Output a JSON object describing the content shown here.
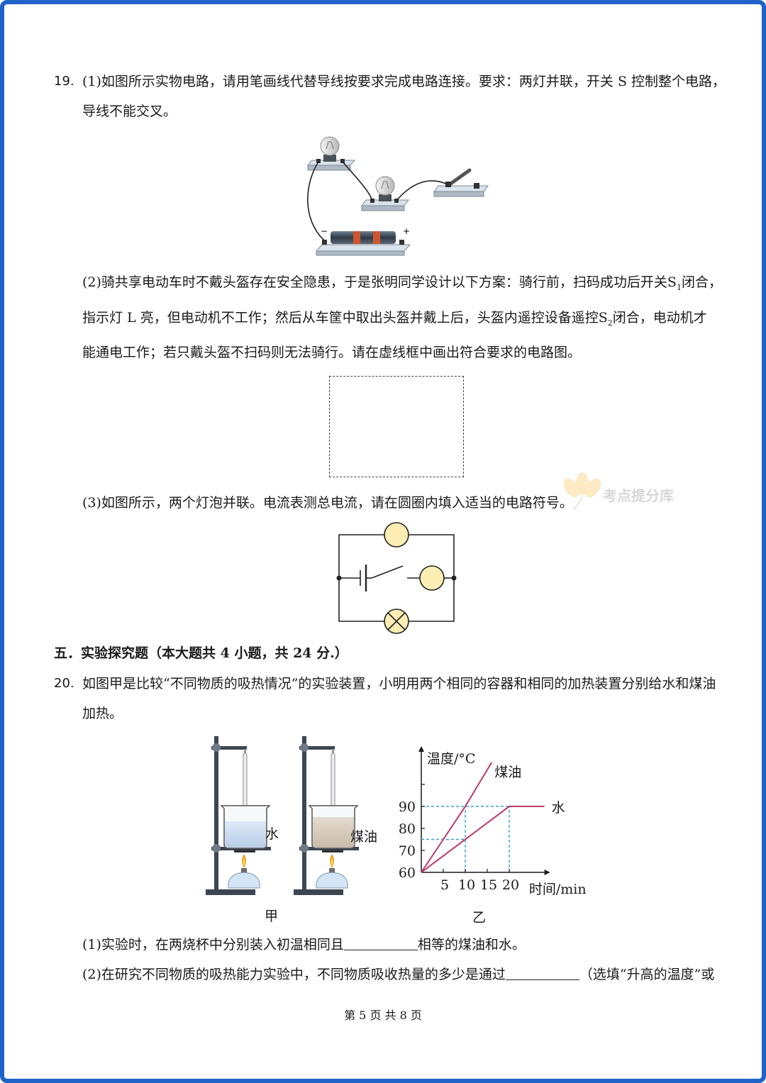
{
  "q19": {
    "number": "19.",
    "p1_line1": "(1)如图所示实物电路，请用笔画线代替导线按要求完成电路连接。要求：两灯并联，开关 S 控制整个电路，",
    "p1_line2": "导线不能交叉。",
    "p2_line1_a": "(2)骑共享电动车时不戴头盔存在安全隐患，于是张明同学设计以下方案：骑行前，扫码成功后开关S",
    "p2_sub1": "1",
    "p2_line1_b": "闭合，",
    "p2_line2_a": "指示灯 L 亮，但电动机不工作；然后从车筐中取出头盔并戴上后，头盔内遥控设备遥控S",
    "p2_sub2": "2",
    "p2_line2_b": "闭合，电动机才",
    "p2_line3": "能通电工作；若只戴头盔不扫码则无法骑行。请在虚线框中画出符合要求的电路图。",
    "p3_line1": "(3)如图所示，两个灯泡并联。电流表测总电流，请在圆圈内填入适当的电路符号。",
    "battery_plus": "+",
    "battery_minus": "−"
  },
  "watermark": "考点提分库",
  "section5": {
    "title": "五．实验探究题（本大题共 4 小题，共 24 分.）"
  },
  "q20": {
    "number": "20.",
    "line1": "如图甲是比较“不同物质的吸热情况”的实验装置，小明用两个相同的容器和相同的加热装置分别给水和煤油",
    "line2": "加热。",
    "label_water": "水",
    "label_kerosene": "煤油",
    "label_jia": "甲",
    "label_yi": "乙",
    "sub1_a": "(1)实验时，在两烧杯中分别装入初温相同且",
    "sub1_b": "相等的煤油和水。",
    "sub2_a": "(2)在研究不同物质的吸热能力实验中，不同物质吸收热量的多少是通过",
    "sub2_b": "（选填“升高的温度”或"
  },
  "chart_data": {
    "type": "line",
    "ylabel": "温度/°C",
    "xlabel": "时间/min",
    "x_ticks": [
      5,
      10,
      15,
      20
    ],
    "y_ticks": [
      60,
      70,
      80,
      90
    ],
    "series": [
      {
        "name": "煤油",
        "points": [
          [
            0,
            60
          ],
          [
            10,
            90
          ],
          [
            16,
            110
          ]
        ]
      },
      {
        "name": "水",
        "points": [
          [
            0,
            60
          ],
          [
            20,
            90
          ],
          [
            28,
            90
          ]
        ]
      }
    ],
    "reference_lines": [
      {
        "from": [
          0,
          90
        ],
        "to": [
          20,
          90
        ]
      },
      {
        "from": [
          0,
          75
        ],
        "to": [
          10,
          75
        ]
      },
      {
        "from": [
          10,
          60
        ],
        "to": [
          10,
          90
        ]
      },
      {
        "from": [
          20,
          60
        ],
        "to": [
          20,
          90
        ]
      }
    ],
    "colors": {
      "series": "#c0356a",
      "reference": "#35a2c9",
      "axis": "#1a1a1a"
    }
  },
  "footer": {
    "text": "第 5 页 共 8 页"
  }
}
